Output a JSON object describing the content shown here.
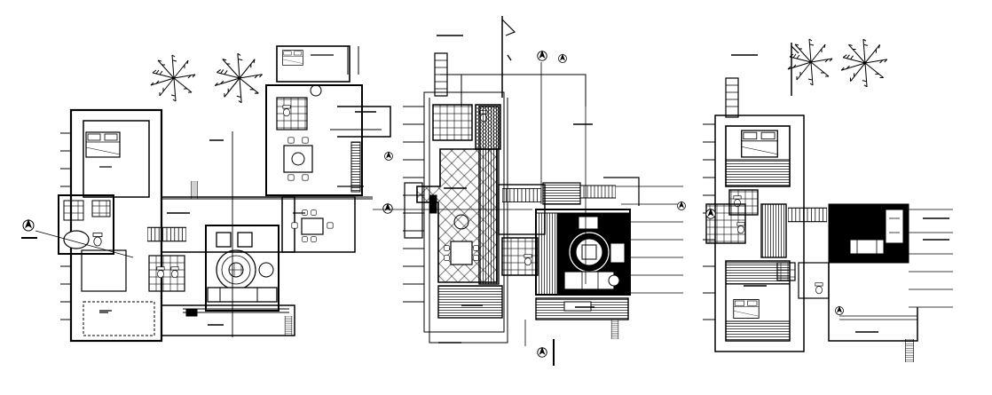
{
  "drawing": {
    "background": "#ffffff",
    "ink": "#000000",
    "fill_dark": "#000000",
    "fill_light": "#ffffff"
  },
  "plans": [
    {
      "id": "plan-left"
    },
    {
      "id": "plan-middle"
    },
    {
      "id": "plan-right"
    }
  ],
  "icons": [
    "palm-tree-icon",
    "north-arrow-icon",
    "section-marker-icon",
    "flag-pole-icon",
    "stair-icon",
    "bed-icon",
    "sofa-icon",
    "dining-table-icon",
    "toilet-icon",
    "bathtub-icon",
    "car-icon"
  ]
}
